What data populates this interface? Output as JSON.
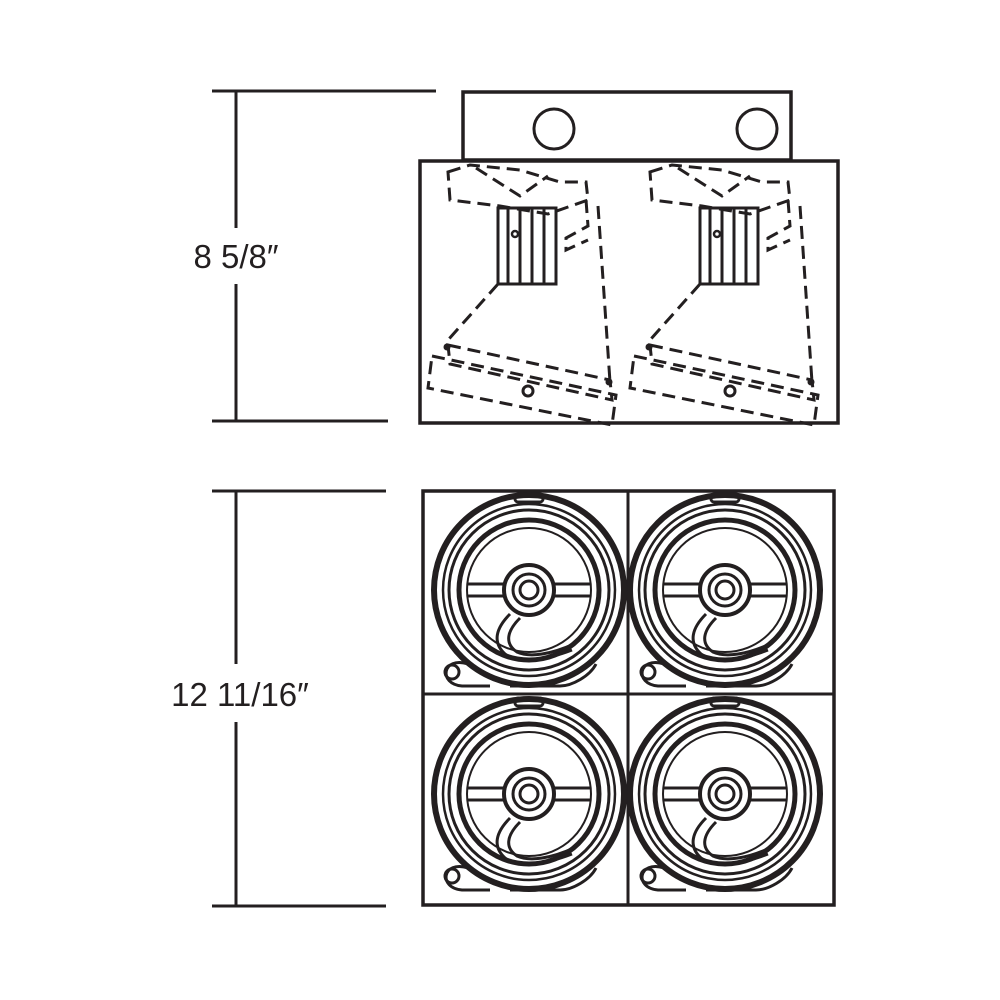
{
  "dimensions": {
    "height_label": "8 5/8″",
    "length_label": "12 11/16″"
  },
  "views": {
    "side_view": {
      "fixture_count": 2
    },
    "top_view": {
      "rows": 2,
      "columns": 2
    }
  },
  "colors": {
    "line": "#231f20",
    "background": "#ffffff"
  }
}
